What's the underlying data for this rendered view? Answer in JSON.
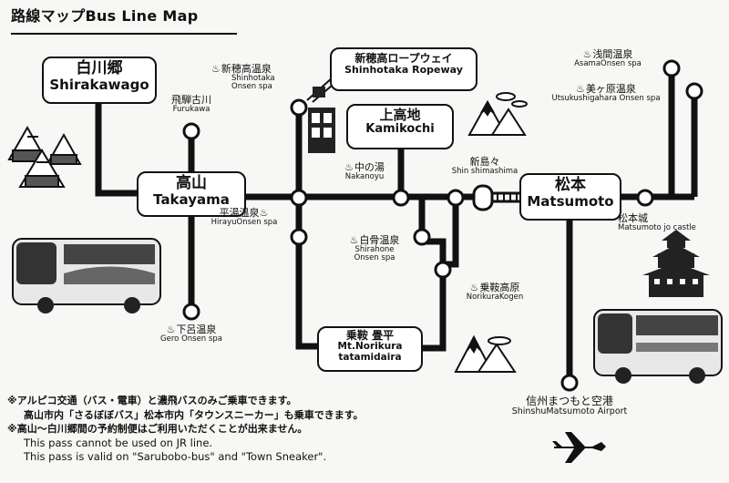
{
  "title": "路線マップBus Line Map",
  "stations": {
    "shirakawago": {
      "jp": "白川郷",
      "en": "Shirakawago"
    },
    "takayama": {
      "jp": "高山",
      "en": "Takayama"
    },
    "hidafurukawa": {
      "jp": "飛騨古川",
      "en": "Furukawa"
    },
    "gero": {
      "jp": "下呂温泉",
      "en": "Gero Onsen spa"
    },
    "hirayu": {
      "jp": "平湯温泉",
      "en": "HirayuOnsen spa"
    },
    "shinhotaka_onsen": {
      "jp": "新穂高温泉",
      "en1": "Shinhotaka",
      "en2": "Onsen spa"
    },
    "shinhotaka_ropeway": {
      "jp": "新穂高ロープウェイ",
      "en": "Shinhotaka Ropeway"
    },
    "kamikochi": {
      "jp": "上高地",
      "en": "Kamikochi"
    },
    "nakanoyu": {
      "jp": "中の湯",
      "en": "Nakanoyu"
    },
    "shirahone": {
      "jp": "白骨温泉",
      "en1": "Shirahone",
      "en2": "Onsen spa"
    },
    "norikura_kogen": {
      "jp": "乗鞍高原",
      "en": "NorikuraKogen"
    },
    "norikura_tatamidaira": {
      "jp": "乗鞍 畳平",
      "en1": "Mt.Norikura",
      "en2": "tatamidaira"
    },
    "shinshimashima": {
      "jp": "新島々",
      "en": "Shin shimashima"
    },
    "matsumoto": {
      "jp": "松本",
      "en": "Matsumoto"
    },
    "matsumotojo": {
      "jp": "松本城",
      "en": "Matsumoto jo castle"
    },
    "asama": {
      "jp": "浅間温泉",
      "en": "AsamaOnsen spa"
    },
    "utsukushigahara": {
      "jp": "美ヶ原温泉",
      "en": "Utsukushigahara Onsen spa"
    },
    "airport": {
      "jp": "信州まつもと空港",
      "en": "ShinshuMatsumoto Airport"
    }
  },
  "notes": {
    "line1": "※アルピコ交通（バス・電車）と濃飛バスのみご乗車できます。",
    "line2": "高山市内「さるぼぼバス」松本市内「タウンスニーカー」も乗車できます。",
    "line3": "※高山〜白川郷間の予約制便はご利用いただくことが出来ません。",
    "line4": "This pass cannot be used on JR line.",
    "line5": "This pass is valid on \"Sarubobo-bus\" and \"Town Sneaker\"."
  },
  "onsen_mark": "♨"
}
